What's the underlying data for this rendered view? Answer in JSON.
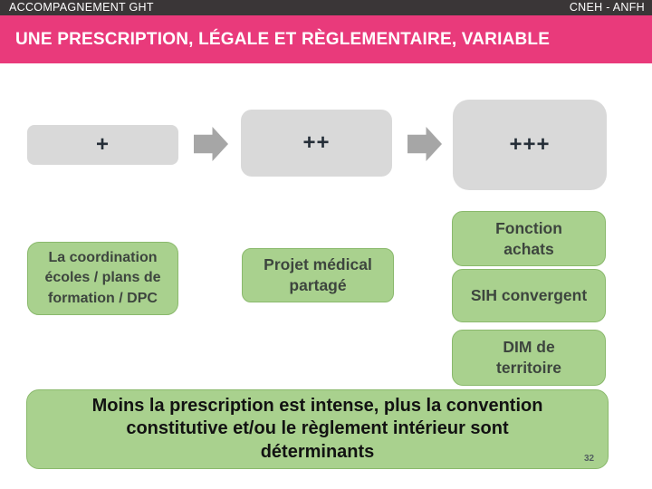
{
  "topbar": {
    "left_title": "ACCOMPAGNEMENT GHT",
    "right_title": "CNEH - ANFH"
  },
  "banner": {
    "title": "UNE PRESCRIPTION, LÉGALE ET RÈGLEMENTAIRE, VARIABLE"
  },
  "scale": {
    "low": "+",
    "mid": "++",
    "high": "+++"
  },
  "examples": {
    "coordination": {
      "lines": [
        "La coordination",
        "écoles / plans de",
        "formation / DPC"
      ]
    },
    "projet_medical": {
      "lines": [
        "Projet médical",
        "partagé"
      ]
    },
    "fonction_achats": {
      "lines": [
        "Fonction",
        "achats"
      ]
    },
    "sih": {
      "label": "SIH convergent"
    },
    "dim": {
      "lines": [
        "DIM de",
        "territoire"
      ]
    }
  },
  "statement": {
    "lines": [
      "Moins la prescription est intense, plus la convention",
      "constitutive et/ou le règlement intérieur sont",
      "déterminants"
    ]
  },
  "page_number": "32",
  "colors": {
    "topbar_background": "#3a3637",
    "banner_pink": "#e93a7b",
    "box_gray": "#d9d9d9",
    "arrow_gray": "#a6a6a6",
    "box_green": "#a9d18e",
    "green_border": "#8ab96c",
    "plus_text": "#252e38"
  }
}
